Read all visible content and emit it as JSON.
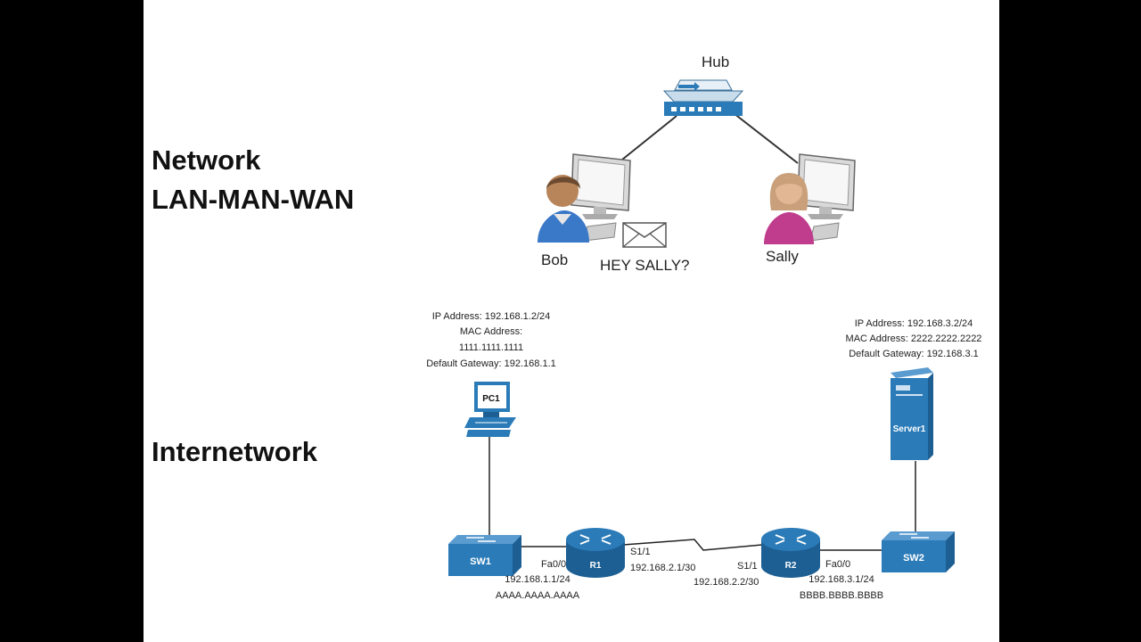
{
  "slide": {
    "headings": {
      "network": "Network",
      "lan_man_wan": "LAN-MAN-WAN",
      "internetwork": "Internetwork"
    },
    "hub_diagram": {
      "hub_label": "Hub",
      "bob_label": "Bob",
      "sally_label": "Sally",
      "message": "HEY SALLY?"
    },
    "internetwork_diagram": {
      "pc1": {
        "name": "PC1",
        "ip": "IP Address: 192.168.1.2/24",
        "mac_label": "MAC Address:",
        "mac": "1111.1111.1111",
        "gateway": "Default Gateway: 192.168.1.1"
      },
      "server1": {
        "name": "Server1",
        "ip": "IP Address: 192.168.3.2/24",
        "mac": "MAC Address: 2222.2222.2222",
        "gateway": "Default Gateway: 192.168.3.1"
      },
      "sw1": "SW1",
      "sw2": "SW2",
      "r1": {
        "name": "R1",
        "fa_port": "Fa0/0",
        "fa_ip": "192.168.1.1/24",
        "fa_mac": "AAAA.AAAA.AAAA",
        "serial_port": "S1/1",
        "serial_ip": "192.168.2.1/30"
      },
      "r2": {
        "name": "R2",
        "fa_port": "Fa0/0",
        "fa_ip": "192.168.3.1/24",
        "fa_mac": "BBBB.BBBB.BBBB",
        "serial_port": "S1/1",
        "serial_ip": "192.168.2.2/30"
      }
    },
    "colors": {
      "device_blue": "#2a7bb8",
      "device_dark": "#1d5f93",
      "bob_shirt": "#3a78c8",
      "sally_shirt": "#c03c8c"
    }
  }
}
